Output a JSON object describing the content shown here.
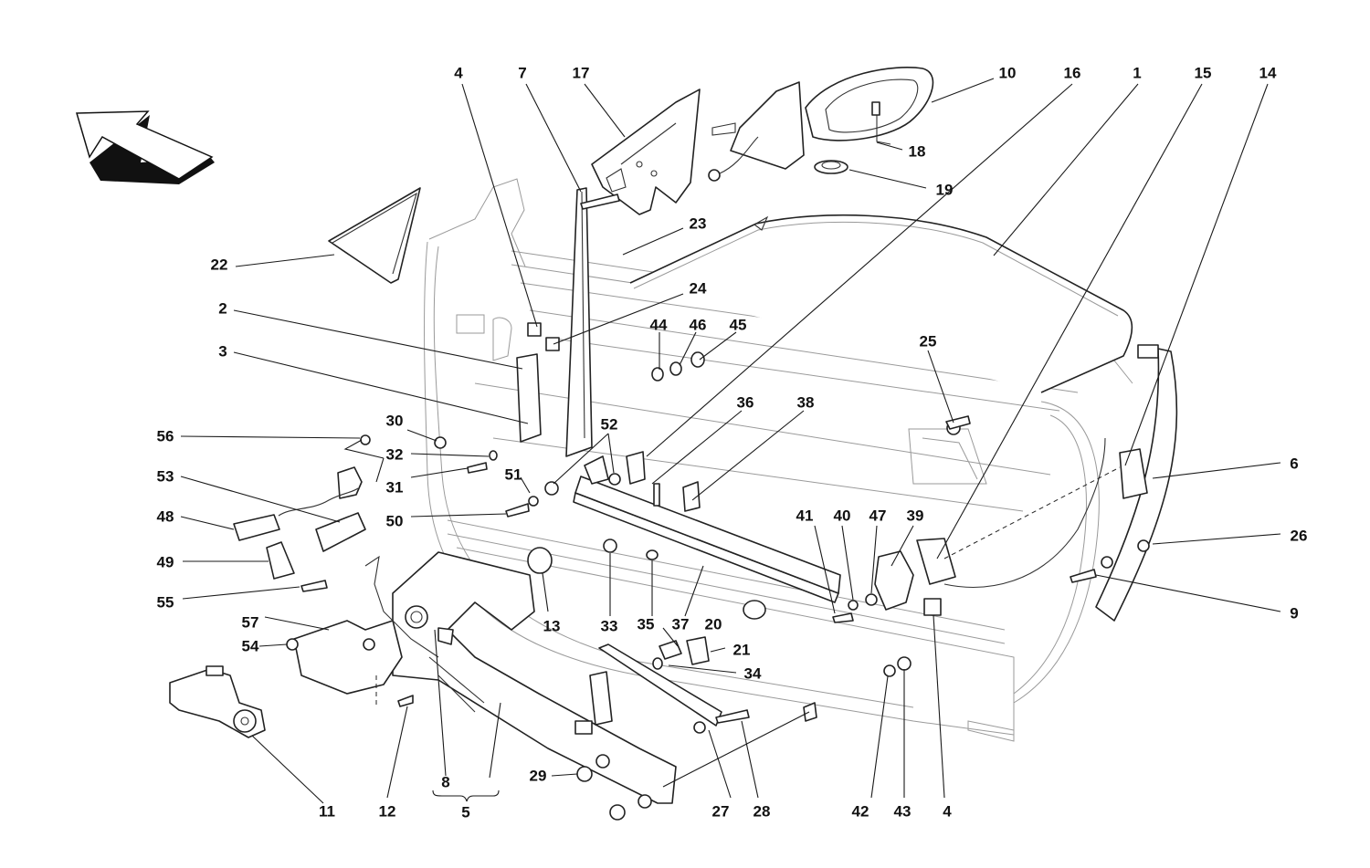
{
  "diagram": {
    "title": "Door assembly exploded parts diagram",
    "orientation_icon": "arrow-forward-direction-icon",
    "group_brace": {
      "label": "5",
      "members": [
        "8",
        "5"
      ]
    },
    "callouts": [
      {
        "id": "c4a",
        "label": "4",
        "part": "window-guide-clip"
      },
      {
        "id": "c7",
        "label": "7",
        "part": "front-window-channel"
      },
      {
        "id": "c17",
        "label": "17",
        "part": "mirror-mount-panel"
      },
      {
        "id": "c10",
        "label": "10",
        "part": "rear-view-mirror"
      },
      {
        "id": "c16",
        "label": "16",
        "part": "glass-rear-guide"
      },
      {
        "id": "c1",
        "label": "1",
        "part": "door-glass"
      },
      {
        "id": "c15",
        "label": "15",
        "part": "rear-guide-bracket"
      },
      {
        "id": "c14",
        "label": "14",
        "part": "rear-upper-pad"
      },
      {
        "id": "c18",
        "label": "18",
        "part": "mirror-screw"
      },
      {
        "id": "c19",
        "label": "19",
        "part": "mirror-grommet"
      },
      {
        "id": "c23",
        "label": "23",
        "part": "channel-screw"
      },
      {
        "id": "c22",
        "label": "22",
        "part": "triangle-trim-cover"
      },
      {
        "id": "c24",
        "label": "24",
        "part": "guide-clip"
      },
      {
        "id": "c44",
        "label": "44",
        "part": "washer"
      },
      {
        "id": "c46",
        "label": "46",
        "part": "bushing"
      },
      {
        "id": "c45",
        "label": "45",
        "part": "screw"
      },
      {
        "id": "c2",
        "label": "2",
        "part": "front-guide-rail"
      },
      {
        "id": "c3",
        "label": "3",
        "part": "front-guide-bracket"
      },
      {
        "id": "c25",
        "label": "25",
        "part": "screw"
      },
      {
        "id": "c36",
        "label": "36",
        "part": "screw"
      },
      {
        "id": "c38",
        "label": "38",
        "part": "pad"
      },
      {
        "id": "c52",
        "label": "52",
        "part": "washer"
      },
      {
        "id": "c30",
        "label": "30",
        "part": "nut"
      },
      {
        "id": "c56",
        "label": "56",
        "part": "nut"
      },
      {
        "id": "c32",
        "label": "32",
        "part": "washer"
      },
      {
        "id": "c31",
        "label": "31",
        "part": "screw"
      },
      {
        "id": "c51",
        "label": "51",
        "part": "washer"
      },
      {
        "id": "c6",
        "label": "6",
        "part": "rear-window-channel"
      },
      {
        "id": "c53",
        "label": "53",
        "part": "sensor-bracket"
      },
      {
        "id": "c48",
        "label": "48",
        "part": "connector"
      },
      {
        "id": "c50",
        "label": "50",
        "part": "screw"
      },
      {
        "id": "c41",
        "label": "41",
        "part": "screw"
      },
      {
        "id": "c40",
        "label": "40",
        "part": "washer"
      },
      {
        "id": "c47",
        "label": "47",
        "part": "washer"
      },
      {
        "id": "c39",
        "label": "39",
        "part": "glass-carrier"
      },
      {
        "id": "c26",
        "label": "26",
        "part": "nut"
      },
      {
        "id": "c49",
        "label": "49",
        "part": "bracket"
      },
      {
        "id": "c9",
        "label": "9",
        "part": "screw"
      },
      {
        "id": "c55",
        "label": "55",
        "part": "screw"
      },
      {
        "id": "c13",
        "label": "13",
        "part": "roller"
      },
      {
        "id": "c33",
        "label": "33",
        "part": "washer"
      },
      {
        "id": "c35",
        "label": "35",
        "part": "clip"
      },
      {
        "id": "c37",
        "label": "37",
        "part": "stud"
      },
      {
        "id": "c20",
        "label": "20",
        "part": "glass-lift-rail"
      },
      {
        "id": "c57",
        "label": "57",
        "part": "washer"
      },
      {
        "id": "c21",
        "label": "21",
        "part": "slider"
      },
      {
        "id": "c54",
        "label": "54",
        "part": "nut"
      },
      {
        "id": "c34",
        "label": "34",
        "part": "spacer"
      },
      {
        "id": "c29",
        "label": "29",
        "part": "nut"
      },
      {
        "id": "c8",
        "label": "8",
        "part": "regulator-pulley"
      },
      {
        "id": "c5",
        "label": "5",
        "part": "window-regulator"
      },
      {
        "id": "c11",
        "label": "11",
        "part": "window-motor"
      },
      {
        "id": "c12",
        "label": "12",
        "part": "screw"
      },
      {
        "id": "c27",
        "label": "27",
        "part": "regulator-arm"
      },
      {
        "id": "c28",
        "label": "28",
        "part": "screw"
      },
      {
        "id": "c42",
        "label": "42",
        "part": "nut"
      },
      {
        "id": "c43",
        "label": "43",
        "part": "washer"
      },
      {
        "id": "c4b",
        "label": "4",
        "part": "window-guide-clip"
      }
    ]
  }
}
